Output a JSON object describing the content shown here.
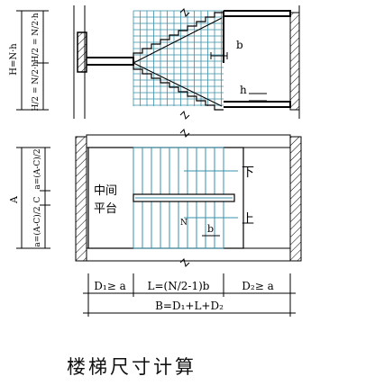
{
  "caption": "楼梯尺寸计算",
  "section": {
    "dim_total": "H=N·h",
    "dim_upper": "H/2 = N/2·h",
    "dim_lower": "H/2 = N/2·h",
    "label_b": "b",
    "label_h": "h"
  },
  "plan": {
    "label_down": "下",
    "label_up": "上",
    "label_platform_1": "中间",
    "label_platform_2": "平台",
    "label_b": "b",
    "label_n": "N",
    "dim_a": "A",
    "dim_side_top": "a=(A-C)/2",
    "dim_c": "C",
    "dim_side_bottom": "a=(A-C)/2",
    "dim_d1": "D₁≥ a",
    "dim_l": "L=(N/2-1)b",
    "dim_d2": "D₂≥ a",
    "dim_b_total": "B=D₁+L+D₂"
  },
  "colors": {
    "stair_lines": "#3a8fa8",
    "lines": "#000000"
  }
}
